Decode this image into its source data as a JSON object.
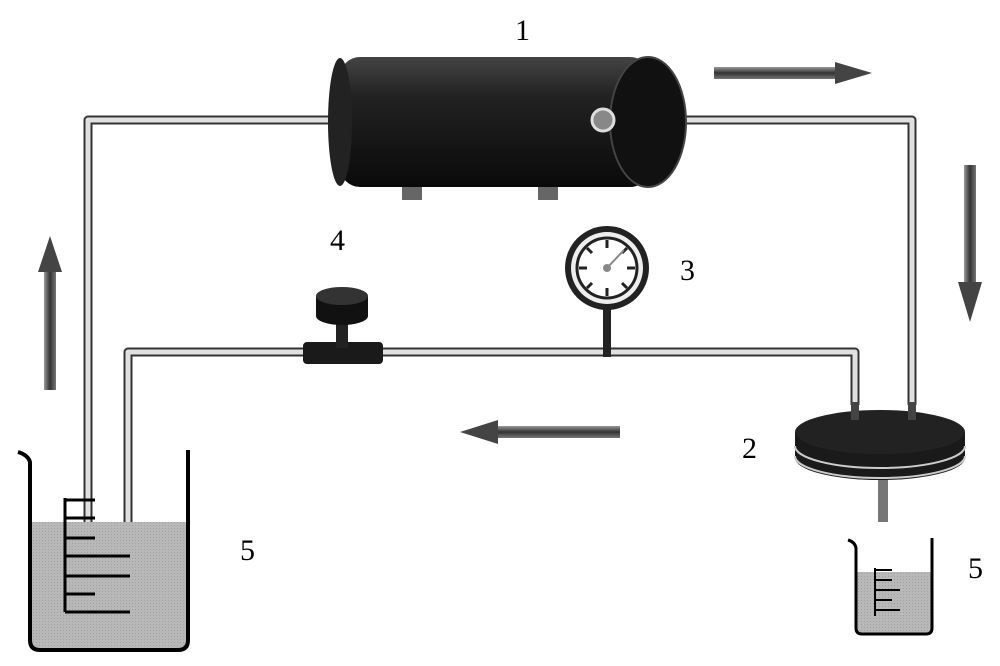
{
  "diagram": {
    "labels": {
      "pump": "1",
      "filter": "2",
      "gauge": "3",
      "valve": "4",
      "feed_beaker": "5",
      "permeate_beaker": "5"
    },
    "colors": {
      "body": "#1a1a1a",
      "tube": "#bbbbbb",
      "liquid": "#b5b5b5",
      "arrow": "#555555"
    }
  }
}
